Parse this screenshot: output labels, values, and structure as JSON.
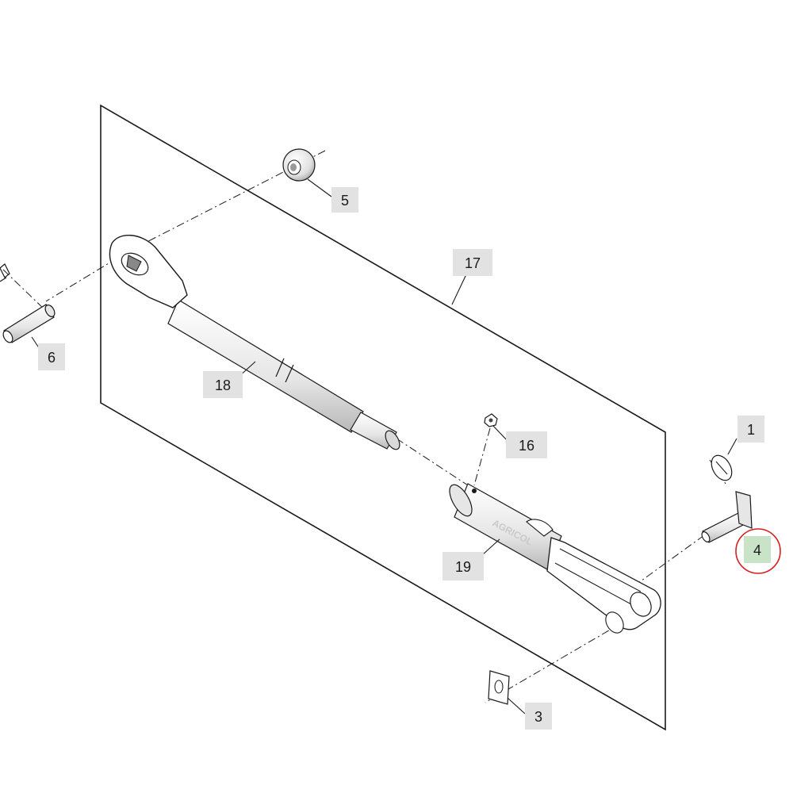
{
  "diagram": {
    "callouts": [
      {
        "id": "1",
        "label": "1",
        "highlighted": false
      },
      {
        "id": "3",
        "label": "3",
        "highlighted": false
      },
      {
        "id": "4",
        "label": "4",
        "highlighted": true
      },
      {
        "id": "5",
        "label": "5",
        "highlighted": false
      },
      {
        "id": "6",
        "label": "6",
        "highlighted": false
      },
      {
        "id": "16",
        "label": "16",
        "highlighted": false
      },
      {
        "id": "17",
        "label": "17",
        "highlighted": false
      },
      {
        "id": "18",
        "label": "18",
        "highlighted": false
      },
      {
        "id": "19",
        "label": "19",
        "highlighted": false
      }
    ],
    "watermark": "AGRICOL",
    "colors": {
      "line": "#1a1a1a",
      "callout_bg": "#e2e2e2",
      "callout_highlight_bg": "#c9e3c9",
      "highlight_circle": "#d42020"
    }
  }
}
